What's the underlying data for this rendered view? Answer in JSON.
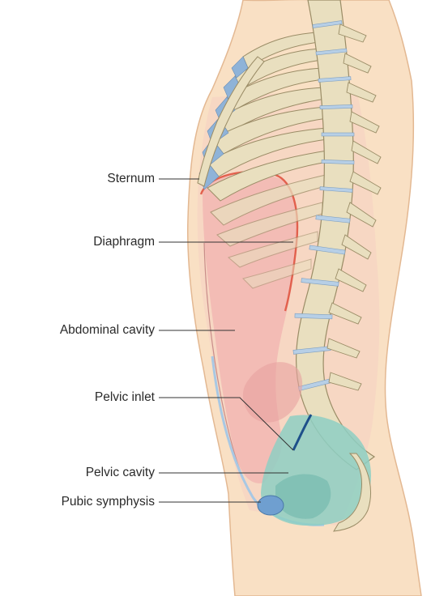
{
  "labels": {
    "sternum": "Sternum",
    "diaphragm": "Diaphragm",
    "abdominal_cavity": "Abdominal cavity",
    "pelvic_inlet": "Pelvic inlet",
    "pelvic_cavity": "Pelvic cavity",
    "pubic_symphysis": "Pubic symphysis"
  },
  "colors": {
    "skin": "#f9e0c4",
    "skin_outline": "#e3b892",
    "abdominal_cavity": "#f2b9b4",
    "diaphragm_line": "#e2604d",
    "pelvic_cavity": "#8ecfc3",
    "pelvic_inlet_line": "#1d4f8a",
    "bone": "#e9dfbf",
    "bone_outline": "#9a8c66",
    "cartilage": "#8fb3d8",
    "disc": "#b7cfe6",
    "pubic_symphysis": "#6f9fd0",
    "leader_line": "#333333"
  }
}
